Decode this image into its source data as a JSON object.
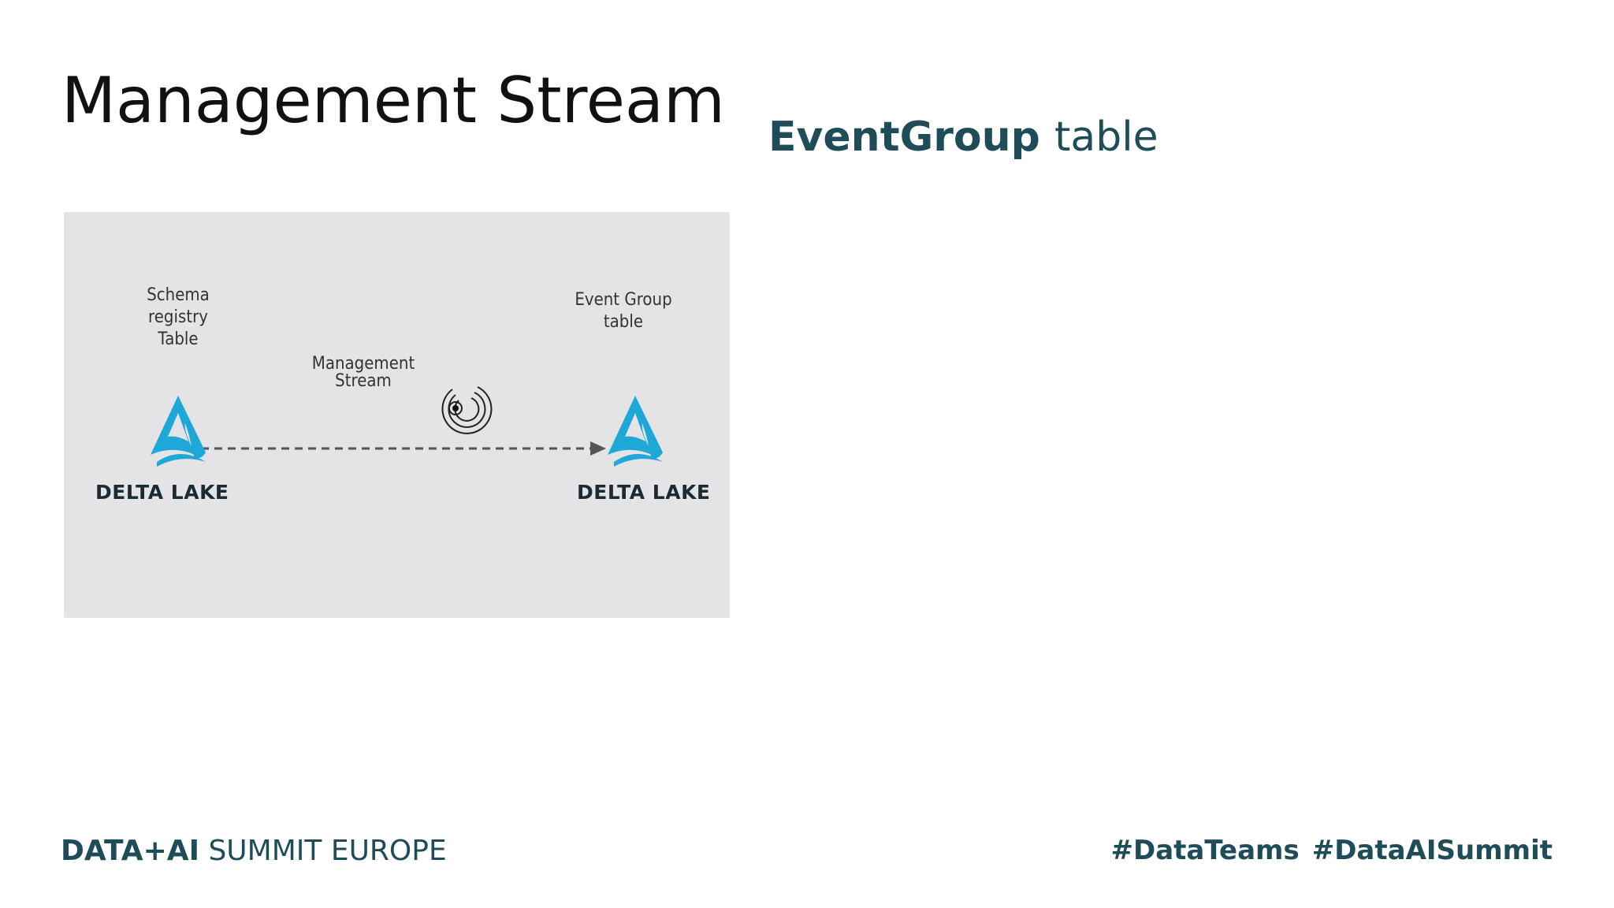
{
  "slide": {
    "title": "Management Stream",
    "subtitle_bold": "EventGroup",
    "subtitle_rest": "table"
  },
  "diagram": {
    "source_label_lines": [
      "Schema",
      "registry",
      "Table"
    ],
    "target_label_lines": [
      "Event Group",
      "table"
    ],
    "stream_label_lines": [
      "Management",
      "Stream"
    ],
    "source_logo_text": "DELTA LAKE",
    "target_logo_text": "DELTA LAKE",
    "icons": [
      "delta-lake-logo",
      "stream-target-icon",
      "dashed-arrow"
    ],
    "colors": {
      "background": "#e4e3e5",
      "delta_blue": "#1ea8d8",
      "arrow": "#555555"
    }
  },
  "footer": {
    "brand_bold": "DATA+AI",
    "brand_rest": "SUMMIT EUROPE",
    "hashtags": [
      "#DataTeams",
      "#DataAISummit"
    ]
  },
  "theme": {
    "accent": "#1f4c59",
    "title_color": "#111111"
  }
}
